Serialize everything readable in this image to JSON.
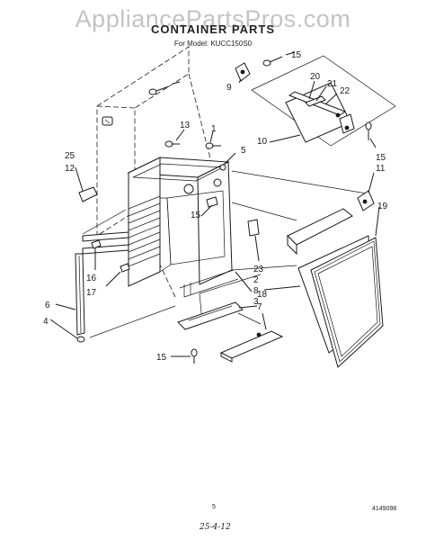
{
  "header": {
    "watermark": "AppliancePartsPros.com",
    "title": "CONTAINER PARTS",
    "subtitle": "For Model: KUCC150S0"
  },
  "footer": {
    "page_number": "5",
    "doc_number": "4149098",
    "handwritten_date": "25-4-12"
  },
  "callouts": [
    "15",
    "9",
    "20",
    "21",
    "22",
    "13",
    "1",
    "10",
    "5",
    "25",
    "12",
    "15",
    "15",
    "11",
    "19",
    "23",
    "2",
    "8",
    "3",
    "16",
    "17",
    "18",
    "7",
    "6",
    "4",
    "15"
  ]
}
